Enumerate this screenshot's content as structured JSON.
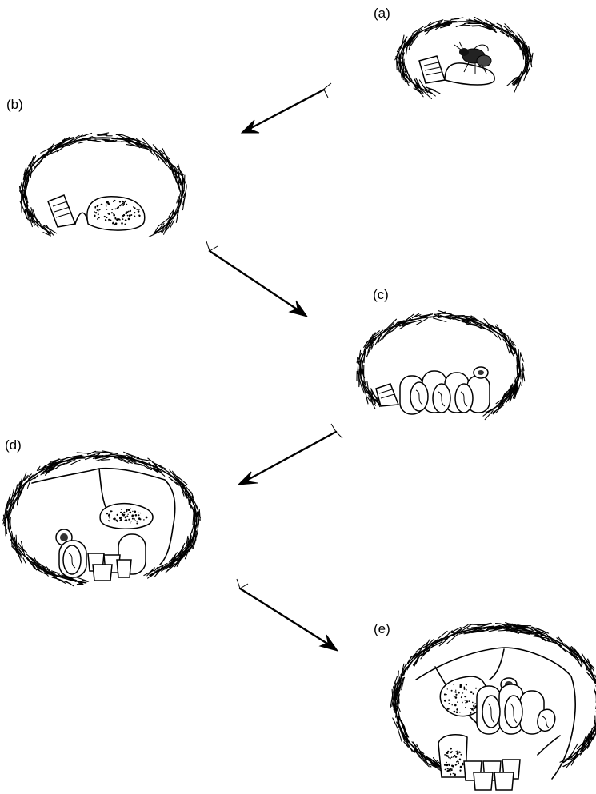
{
  "labels": {
    "a": "(a)",
    "b": "(b)",
    "c": "(c)",
    "d": "(d)",
    "e": "(e)"
  },
  "colors": {
    "ink": "#000000",
    "background": "#ffffff"
  }
}
